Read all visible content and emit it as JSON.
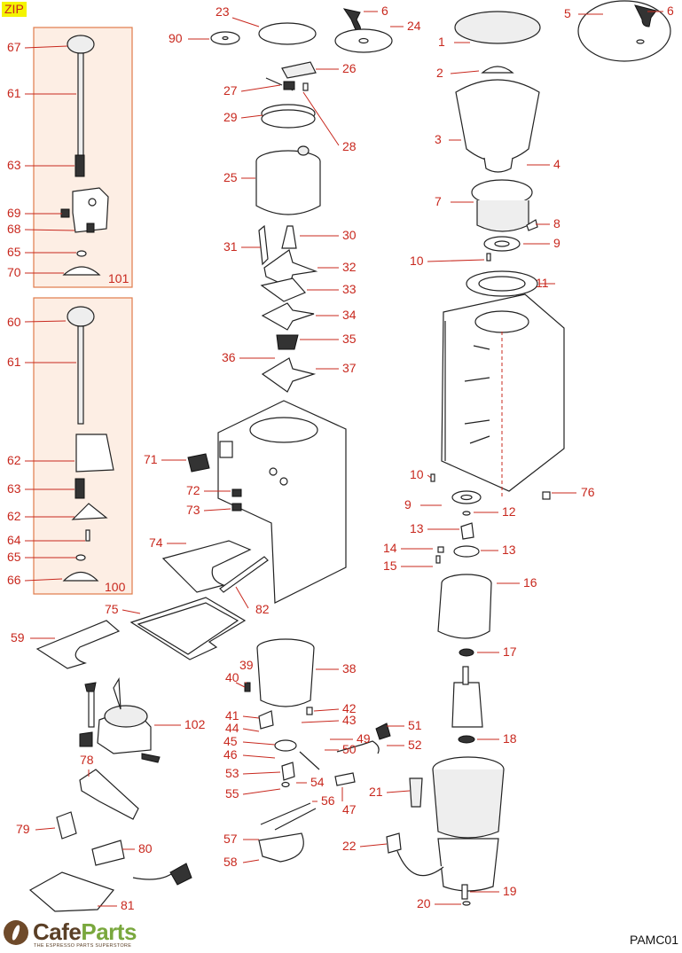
{
  "header": {
    "tag": "ZIP"
  },
  "footer": {
    "code": "PAMC01",
    "logo_cafe": "Cafe",
    "logo_parts": "Parts",
    "tagline": "THE ESPRESSO PARTS SUPERSTORE"
  },
  "colors": {
    "label": "#c8281e",
    "box_fill": "#fdeee4",
    "box_border": "#e07b4a",
    "zip_bg": "#f4f400"
  },
  "labels": [
    "1",
    "2",
    "3",
    "4",
    "5",
    "6",
    "6",
    "7",
    "8",
    "9",
    "9",
    "10",
    "10",
    "11",
    "12",
    "13",
    "13",
    "14",
    "15",
    "16",
    "17",
    "18",
    "19",
    "20",
    "21",
    "22",
    "23",
    "24",
    "25",
    "26",
    "27",
    "28",
    "29",
    "30",
    "31",
    "32",
    "33",
    "34",
    "35",
    "36",
    "37",
    "38",
    "39",
    "40",
    "41",
    "42",
    "43",
    "44",
    "45",
    "46",
    "47",
    "49",
    "50",
    "51",
    "52",
    "53",
    "54",
    "55",
    "56",
    "57",
    "58",
    "59",
    "60",
    "61",
    "61",
    "62",
    "62",
    "63",
    "63",
    "64",
    "65",
    "65",
    "66",
    "67",
    "68",
    "69",
    "70",
    "71",
    "72",
    "73",
    "74",
    "75",
    "76",
    "78",
    "79",
    "80",
    "81",
    "82",
    "90",
    "100",
    "101",
    "102"
  ]
}
